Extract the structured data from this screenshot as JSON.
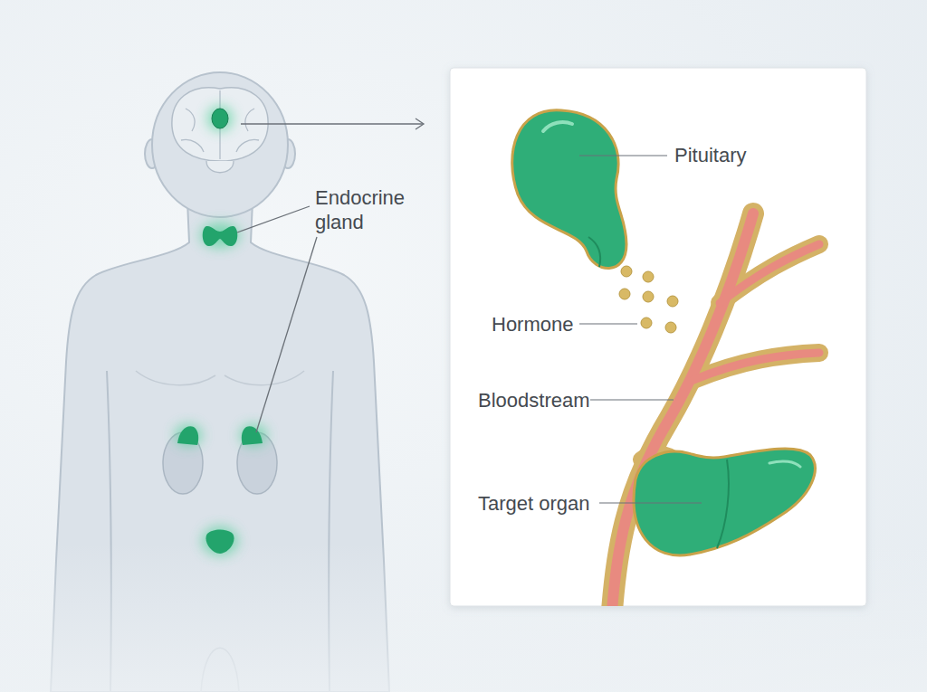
{
  "diagram": {
    "labels": [
      "Endocrine gland",
      "Pituitary",
      "Hormone",
      "Bloodstream",
      "Target organ"
    ]
  }
}
